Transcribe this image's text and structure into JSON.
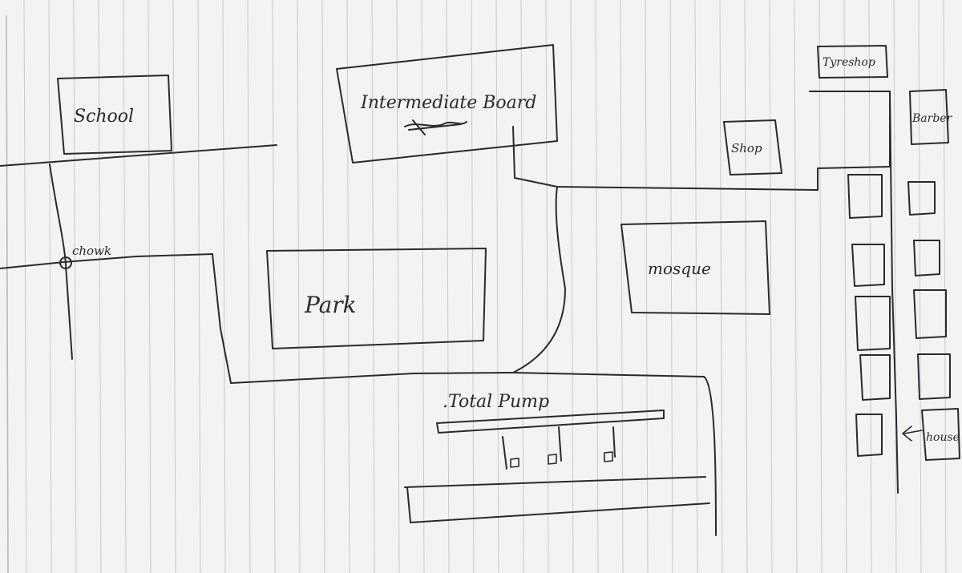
{
  "colors": {
    "paper": "#f3f3f1",
    "rule_line": "#c9c9cc",
    "ink": "#2a2a2e"
  },
  "labels": {
    "school": "School",
    "intermediate_board": "Intermediate Board",
    "tyreshop": "Tyreshop",
    "barber": "Barber",
    "shop": "Shop",
    "chowk": "chowk",
    "park": "Park",
    "mosque": "mosque",
    "total_pump": ".Total Pump",
    "house": "house"
  }
}
